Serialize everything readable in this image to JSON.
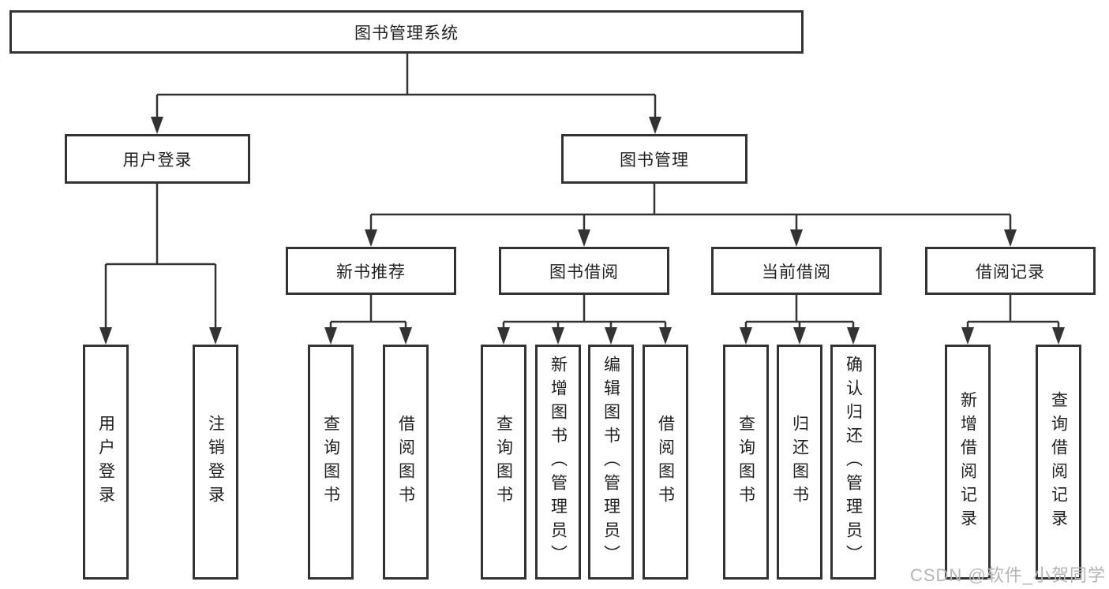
{
  "diagram_title": "图书管理系统",
  "tree": {
    "root": {
      "label": "图书管理系统"
    },
    "level2": [
      "用户登录",
      "图书管理"
    ],
    "level3": [
      "新书推荐",
      "图书借阅",
      "当前借阅",
      "借阅记录"
    ],
    "leaves": {
      "user_login": [
        "用户登录",
        "注销登录"
      ],
      "new_book_recommend": [
        "查询图书",
        "借阅图书"
      ],
      "book_borrowing": [
        "查询图书",
        "新增图书（管理员）",
        "编辑图书（管理员）",
        "借阅图书"
      ],
      "current_borrowing": [
        "查询图书",
        "归还图书",
        "确认归还（管理员）"
      ],
      "borrowing_records": [
        "新增借阅记录",
        "查询借阅记录"
      ]
    }
  },
  "watermark": {
    "text": "CSDN @软件_小贺同学"
  },
  "colors": {
    "line": "#333333",
    "box_border": "#333333",
    "text": "#1f1f1f",
    "watermark": "#b5b5b5",
    "background": "#ffffff"
  }
}
